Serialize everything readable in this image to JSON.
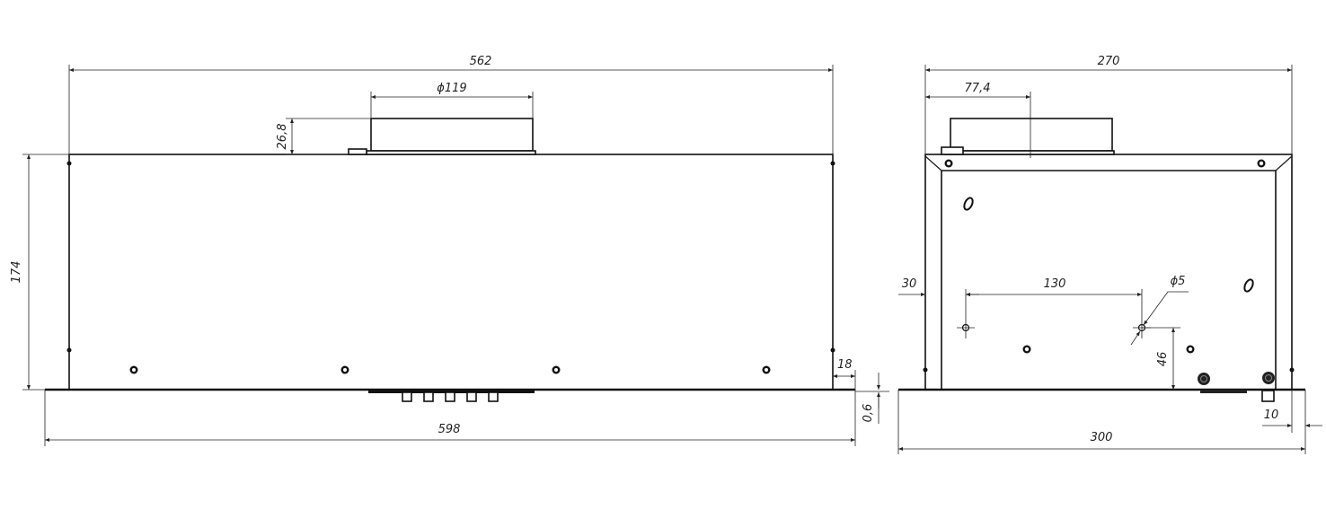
{
  "drawing": {
    "front_view": {
      "overall_width": "562",
      "duct_diameter": "ϕ119",
      "duct_height": "26,8",
      "height": "174",
      "panel_width": "598",
      "panel_overhang": "18",
      "panel_thickness": "0,6"
    },
    "side_view": {
      "overall_depth": "270",
      "duct_offset": "77,4",
      "hole_offset": "30",
      "hole_spacing": "130",
      "hole_diameter": "ϕ5",
      "hole_height": "46",
      "panel_depth": "300",
      "panel_overhang": "10"
    }
  }
}
